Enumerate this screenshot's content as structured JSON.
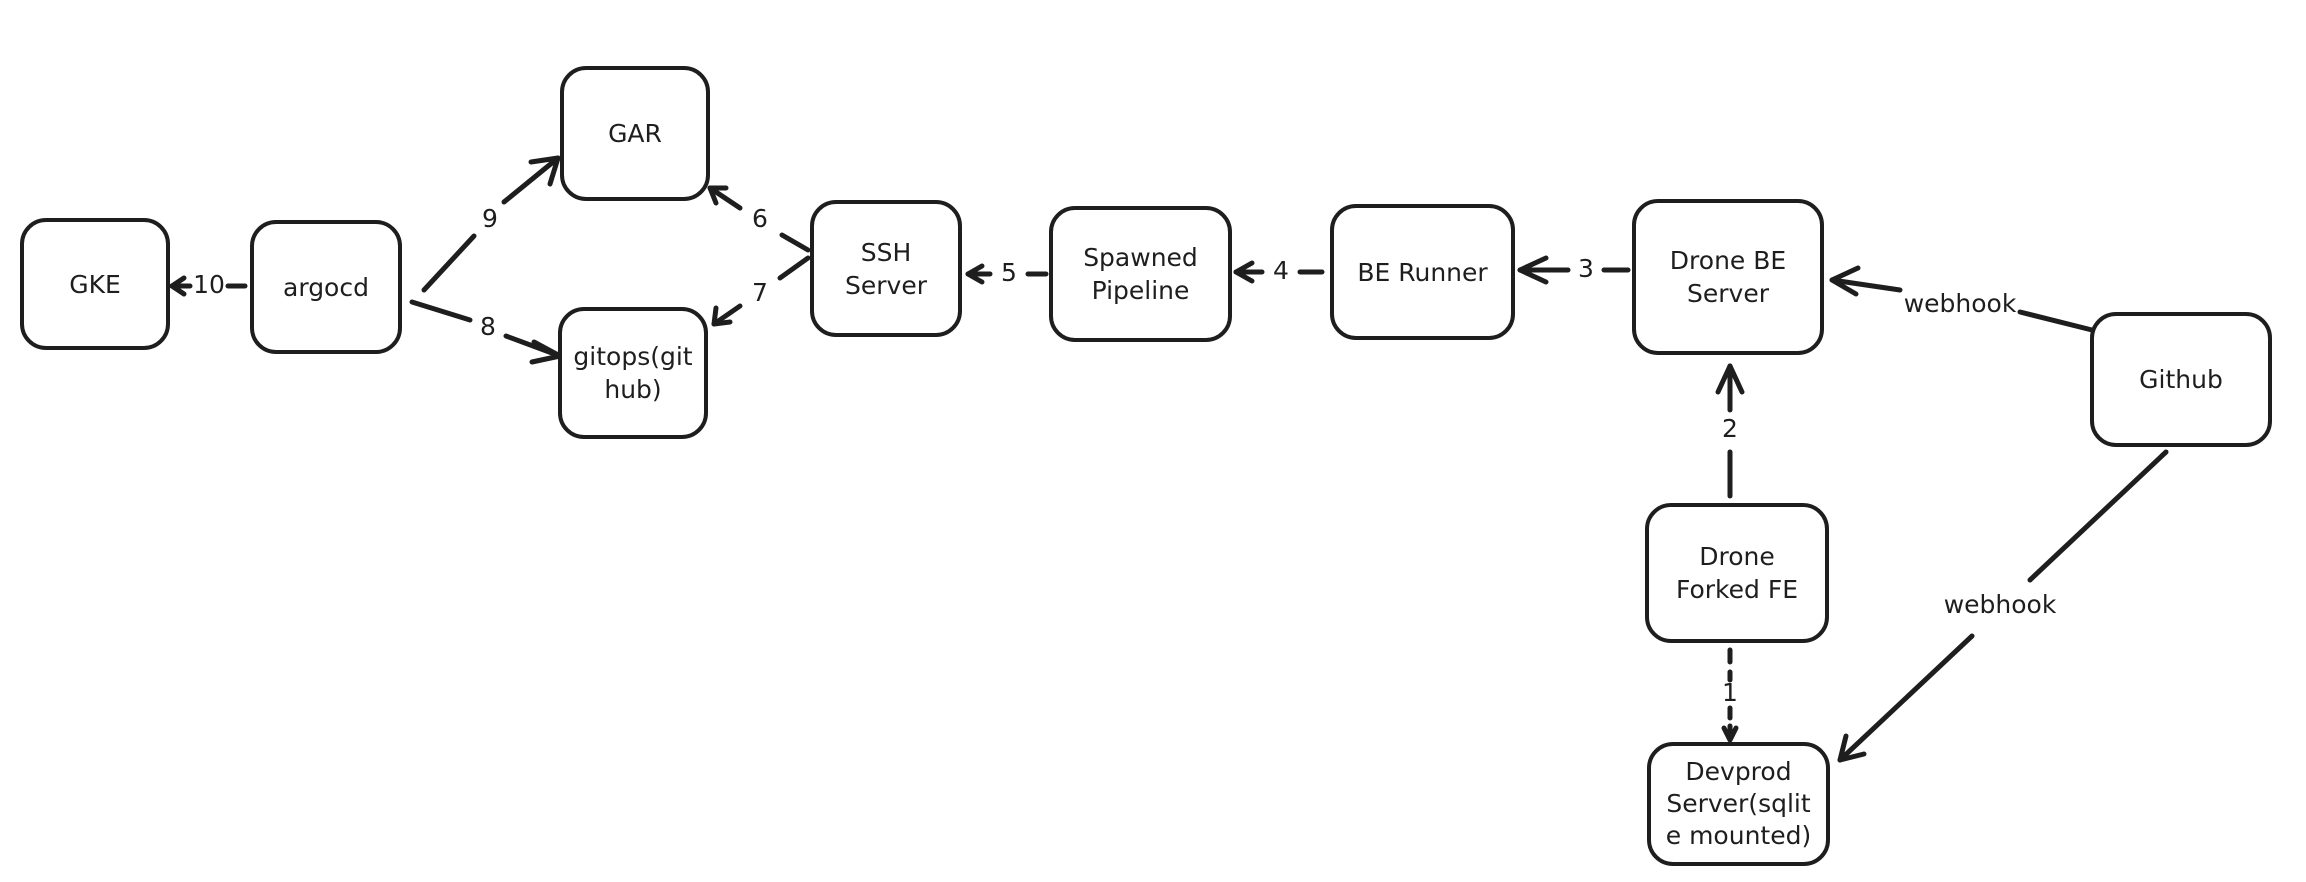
{
  "nodes": {
    "gke": "GKE",
    "argocd": "argocd",
    "gar": "GAR",
    "gitops": "gitops(git\nhub)",
    "ssh_server": "SSH\nServer",
    "spawned_pipeline": "Spawned\nPipeline",
    "be_runner": "BE Runner",
    "drone_be_server": "Drone BE\nServer",
    "github": "Github",
    "drone_forked_fe": "Drone\nForked FE",
    "devprod_server": "Devprod\nServer(sqlit\ne mounted)"
  },
  "edges": {
    "e1": "1",
    "e2": "2",
    "e3": "3",
    "e4": "4",
    "e5": "5",
    "e6": "6",
    "e7": "7",
    "e8": "8",
    "e9": "9",
    "e10": "10",
    "webhook_be": "webhook",
    "webhook_devprod": "webhook"
  }
}
